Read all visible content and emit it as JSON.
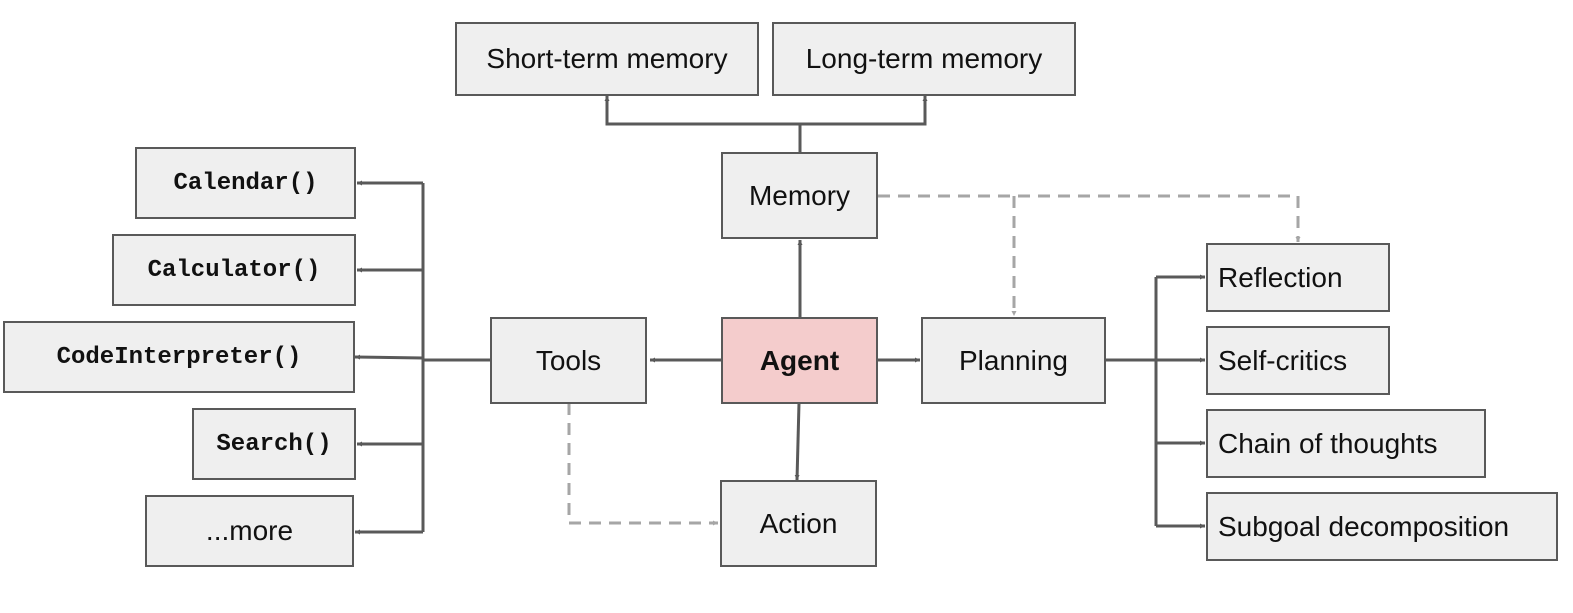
{
  "nodes": {
    "short_term_memory": "Short-term memory",
    "long_term_memory": "Long-term memory",
    "memory": "Memory",
    "agent": "Agent",
    "tools": "Tools",
    "planning": "Planning",
    "action": "Action",
    "calendar": "Calendar()",
    "calculator": "Calculator()",
    "code_interpreter": "CodeInterpreter()",
    "search": "Search()",
    "more": "...more",
    "reflection": "Reflection",
    "self_critics": "Self-critics",
    "chain_of_thoughts": "Chain of thoughts",
    "subgoal_decomposition": "Subgoal decomposition"
  },
  "colors": {
    "box_fill": "#efefef",
    "box_border": "#595959",
    "agent_fill": "#f4cccc",
    "solid_edge": "#595959",
    "dashed_edge": "#a6a6a6"
  }
}
